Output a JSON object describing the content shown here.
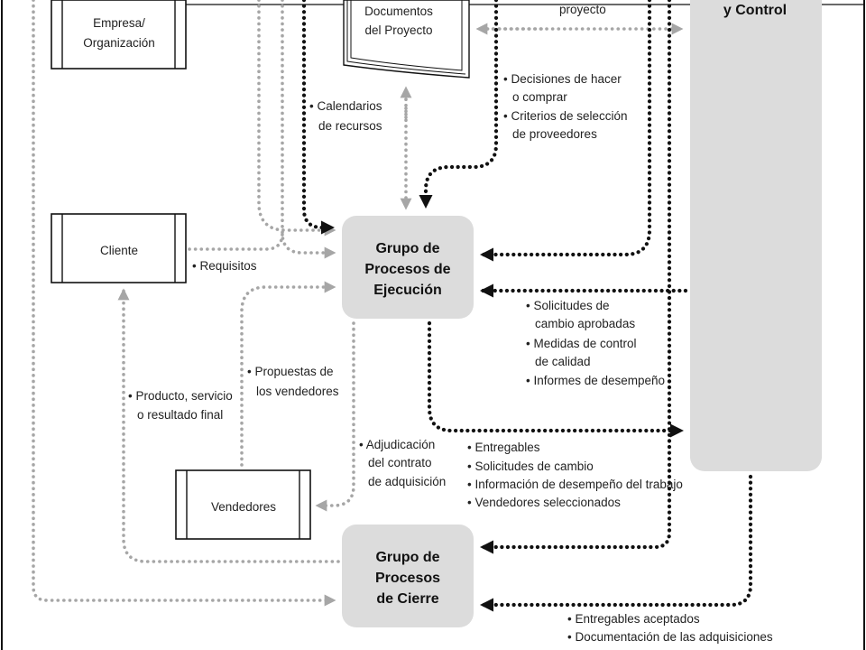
{
  "nodes": {
    "empresa": "Empresa/ Organización",
    "empresa_l1": "Empresa/",
    "empresa_l2": "Organización",
    "documentos": "Documentos del Proyecto",
    "documentos_l1": "Documentos",
    "documentos_l2": "del Proyecto",
    "monitoreo_fragment": "y Control",
    "proyecto_fragment": "proyecto",
    "cliente": "Cliente",
    "ejecucion": "Grupo de Procesos de Ejecución",
    "ejecucion_l1": "Grupo de",
    "ejecucion_l2": "Procesos de",
    "ejecucion_l3": "Ejecución",
    "vendedores": "Vendedores",
    "cierre": "Grupo de Procesos de Cierre",
    "cierre_l1": "Grupo de",
    "cierre_l2": "Procesos",
    "cierre_l3": "de Cierre"
  },
  "labels": {
    "calendarios_l1": "• Calendarios",
    "calendarios_l2": "de recursos",
    "decisiones_l1": "• Decisiones de hacer",
    "decisiones_l2": "o comprar",
    "criterios_l1": "• Criterios de selección",
    "criterios_l2": "de proveedores",
    "requisitos": "• Requisitos",
    "solicitudes_aprob_l1": "• Solicitudes de",
    "solicitudes_aprob_l2": "cambio aprobadas",
    "medidas_l1": "• Medidas de control",
    "medidas_l2": "de calidad",
    "informes": "• Informes de desempeño",
    "propuestas_l1": "• Propuestas de",
    "propuestas_l2": "los vendedores",
    "producto_l1": "• Producto, servicio",
    "producto_l2": "o resultado final",
    "adjudicacion_l1": "• Adjudicación",
    "adjudicacion_l2": "del contrato",
    "adjudicacion_l3": "de adquisición",
    "entregables": "• Entregables",
    "solicitudes_cambio": "• Solicitudes de cambio",
    "informacion_desempeno": "• Información de desempeño del trabajo",
    "vendedores_sel": "• Vendedores seleccionados",
    "entregables_aceptados": "• Entregables aceptados",
    "documentacion": "• Documentación de las adquisiciones"
  },
  "colors": {
    "process_box": "#dcdcdc",
    "black_flow": "#111111",
    "grey_flow": "#a6a6a6"
  }
}
